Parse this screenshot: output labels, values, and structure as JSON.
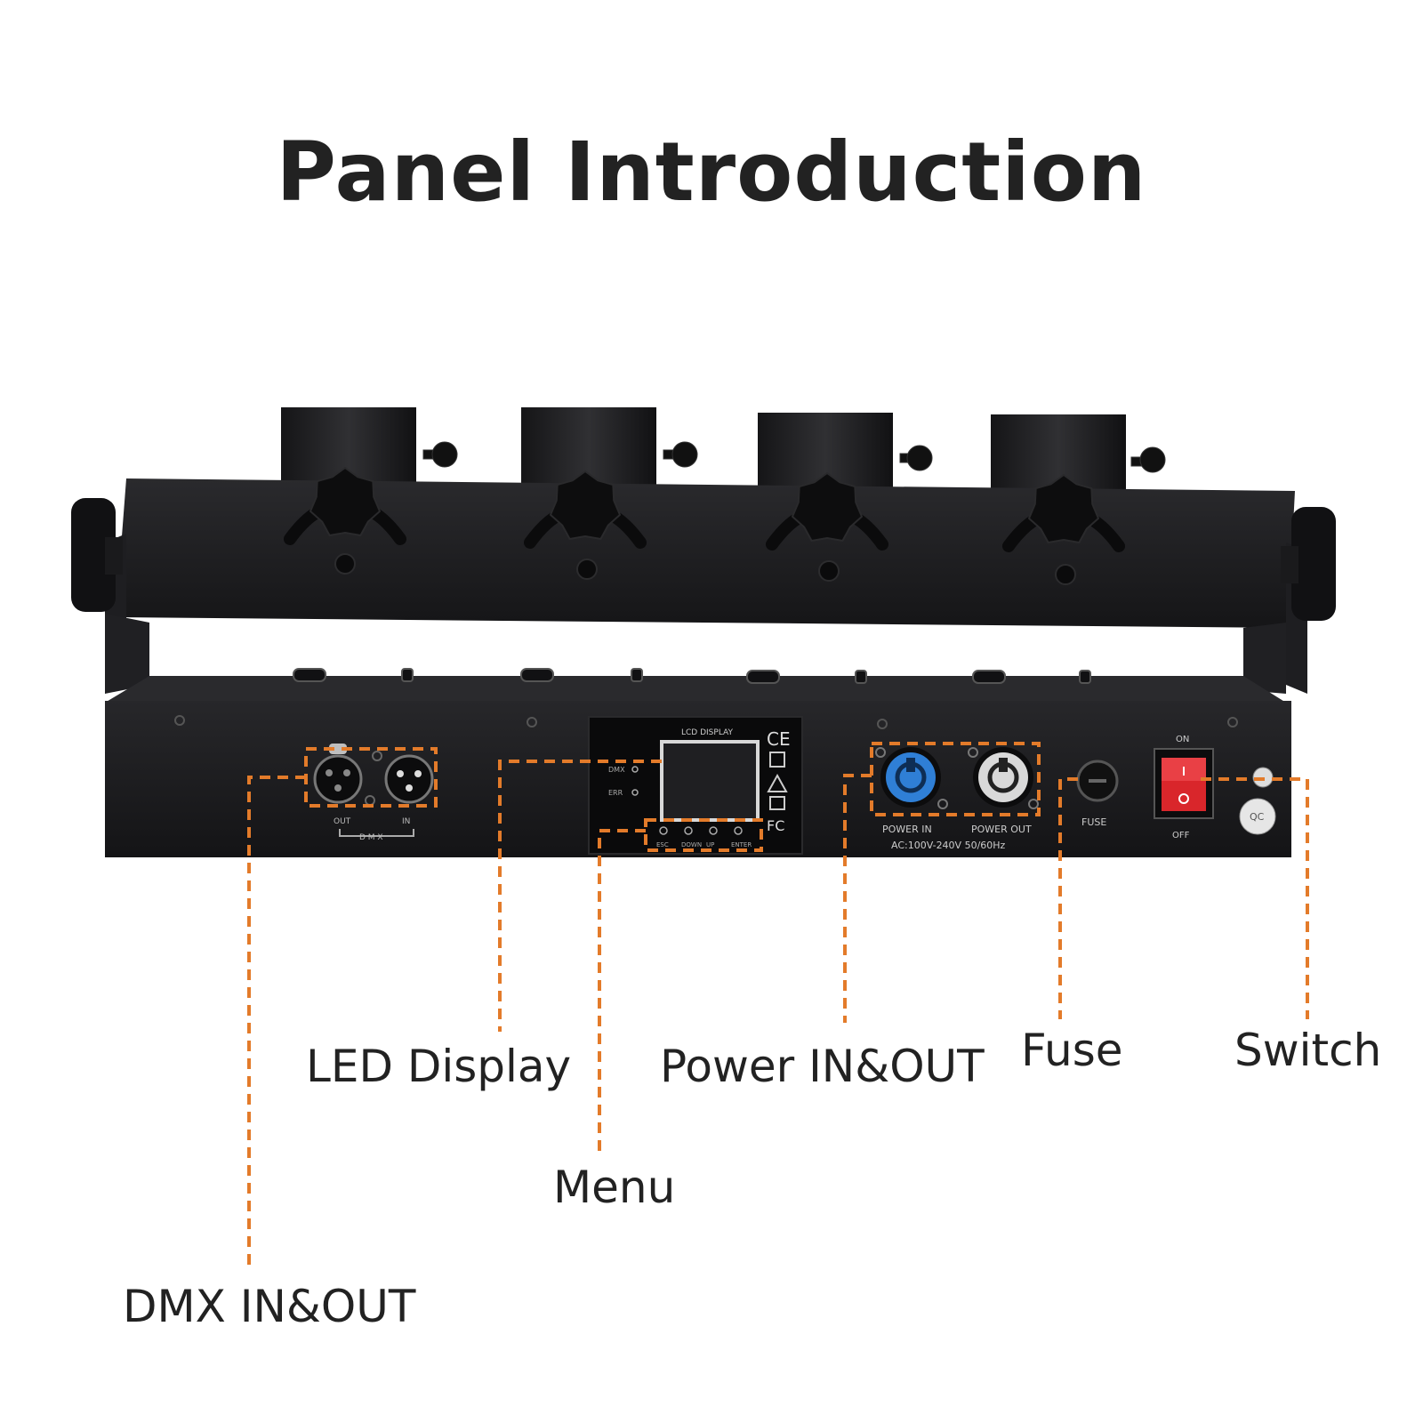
{
  "title": "Panel Introduction",
  "colors": {
    "body": "#1c1c1e",
    "body_dark": "#0e0e10",
    "callout_line": "#e37b2a",
    "switch_red": "#d9262b",
    "power_in_blue": "#2f7fd6",
    "power_out_gray": "#d9d9d9"
  },
  "callouts": {
    "dmx": "DMX IN&OUT",
    "led": "LED Display",
    "menu": "Menu",
    "power": "Power IN&OUT",
    "fuse": "Fuse",
    "switch": "Switch"
  },
  "panel": {
    "lcd_heading": "LCD DISPLAY",
    "dmx_led": "DMX",
    "err_led": "ERR",
    "buttons": [
      "ESC",
      "DOWN",
      "UP",
      "ENTER"
    ],
    "dmx_out": "OUT",
    "dmx_in": "IN",
    "dmx_group": "D M X",
    "power_in": "POWER IN",
    "power_out": "POWER OUT",
    "voltage": "AC:100V-240V  50/60Hz",
    "fuse": "FUSE",
    "switch_on": "ON",
    "switch_off": "OFF",
    "qc_sticker": "QC",
    "cert_ce": "CE",
    "cert_fc": "FC"
  },
  "icons": [
    "xlr-female-icon",
    "xlr-male-icon",
    "powercon-in-icon",
    "powercon-out-icon",
    "fuse-holder-icon",
    "rocker-switch-icon",
    "knob-icon"
  ]
}
